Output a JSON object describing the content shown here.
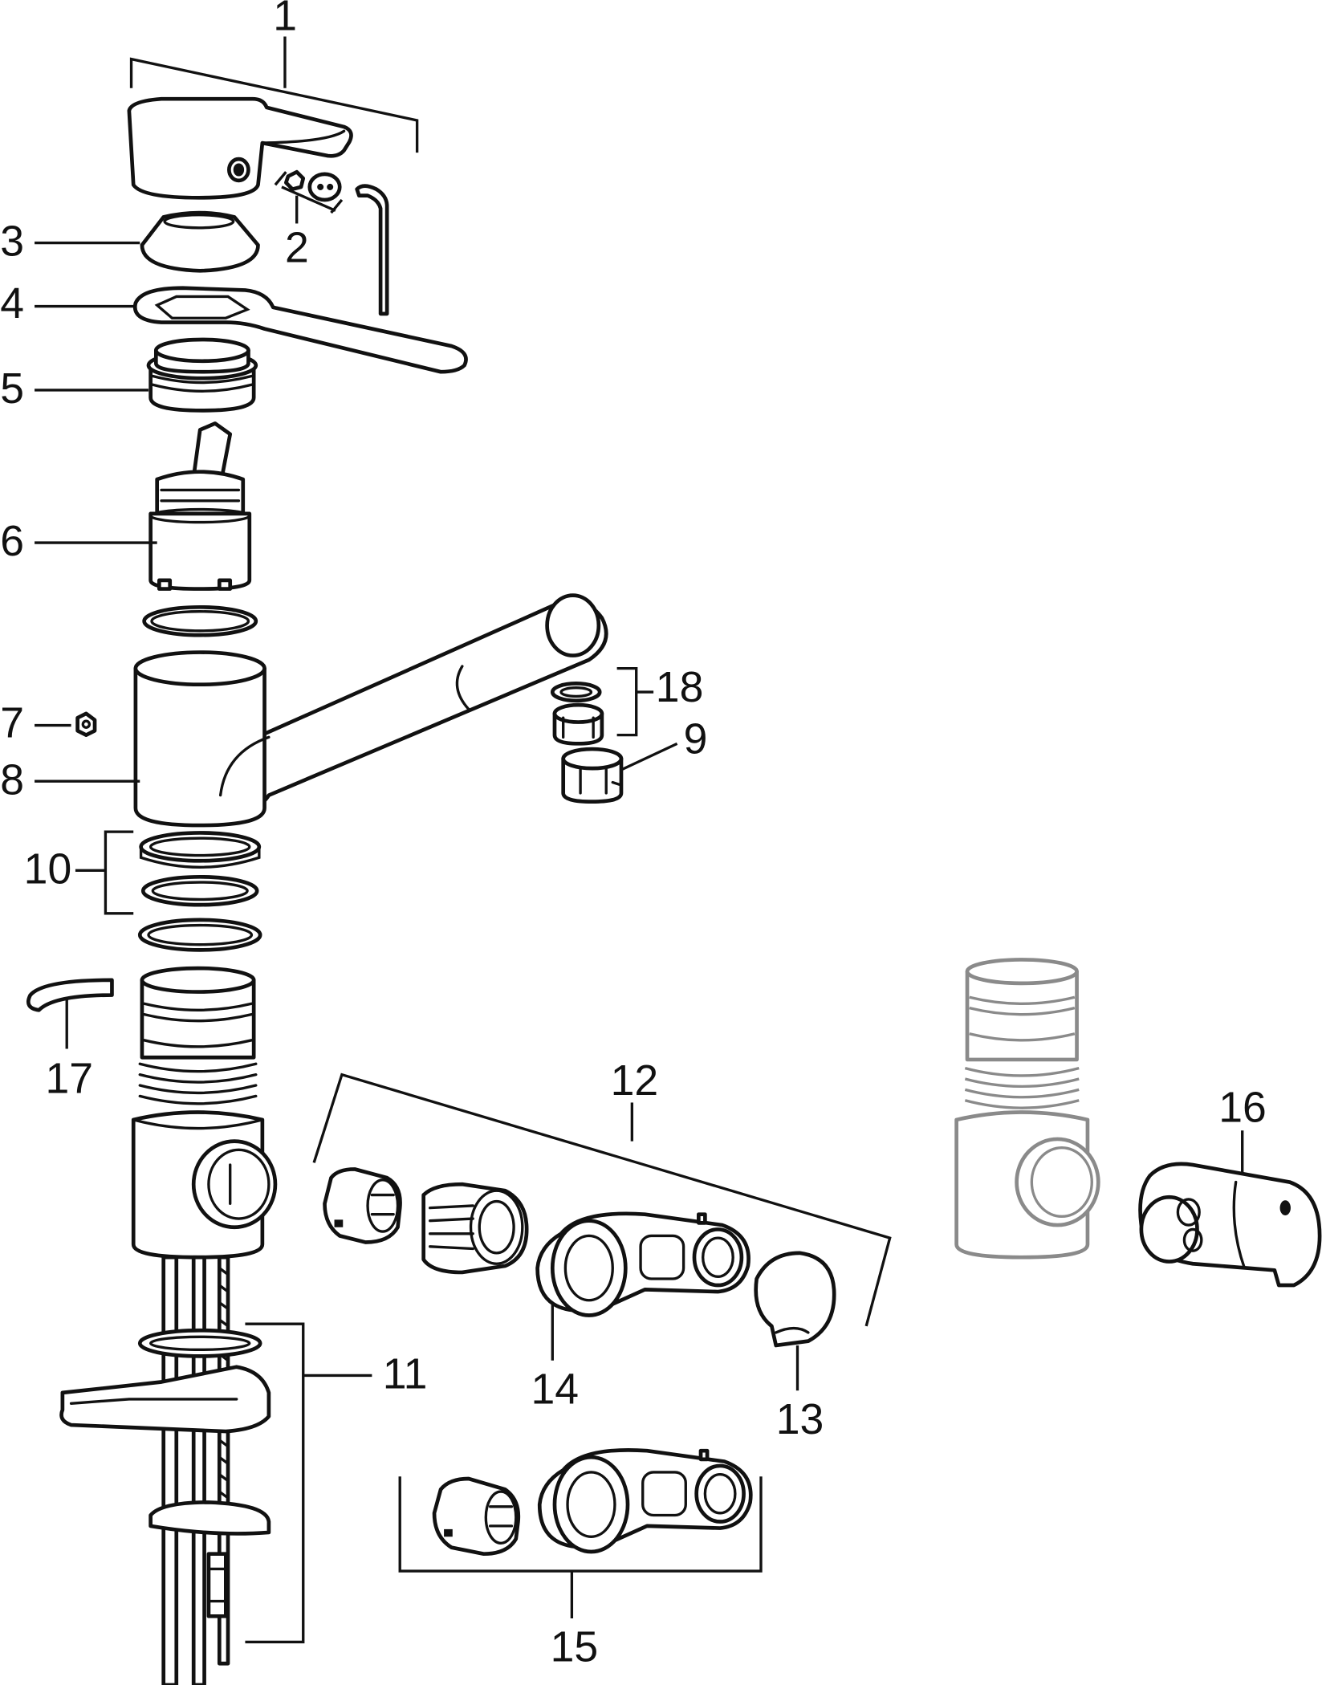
{
  "diagram": {
    "type": "exploded-parts-view",
    "callouts": [
      {
        "id": "p1",
        "label": "1"
      },
      {
        "id": "p2",
        "label": "2"
      },
      {
        "id": "p3",
        "label": "3"
      },
      {
        "id": "p4",
        "label": "4"
      },
      {
        "id": "p5",
        "label": "5"
      },
      {
        "id": "p6",
        "label": "6"
      },
      {
        "id": "p7",
        "label": "7"
      },
      {
        "id": "p8",
        "label": "8"
      },
      {
        "id": "p9",
        "label": "9"
      },
      {
        "id": "p10",
        "label": "10"
      },
      {
        "id": "p11",
        "label": "11"
      },
      {
        "id": "p12",
        "label": "12"
      },
      {
        "id": "p13",
        "label": "13"
      },
      {
        "id": "p14",
        "label": "14"
      },
      {
        "id": "p15",
        "label": "15"
      },
      {
        "id": "p16",
        "label": "16"
      },
      {
        "id": "p17",
        "label": "17"
      },
      {
        "id": "p18",
        "label": "18"
      }
    ],
    "colors": {
      "line": "#111111",
      "ghost": "#8a8a8a",
      "background": "#ffffff"
    }
  }
}
